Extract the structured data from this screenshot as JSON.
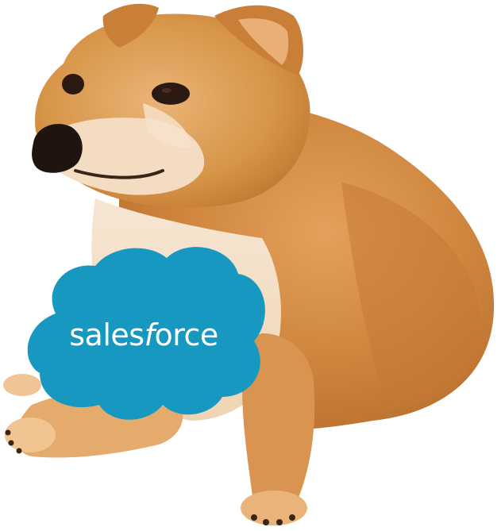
{
  "image": {
    "subject": "shiba-inu",
    "background_color": "#ffffff"
  },
  "logo": {
    "word_part1": "sales",
    "word_part2": "f",
    "word_part3": "orce",
    "cloud_color": "#1798c1",
    "text_color": "#ffffff"
  }
}
